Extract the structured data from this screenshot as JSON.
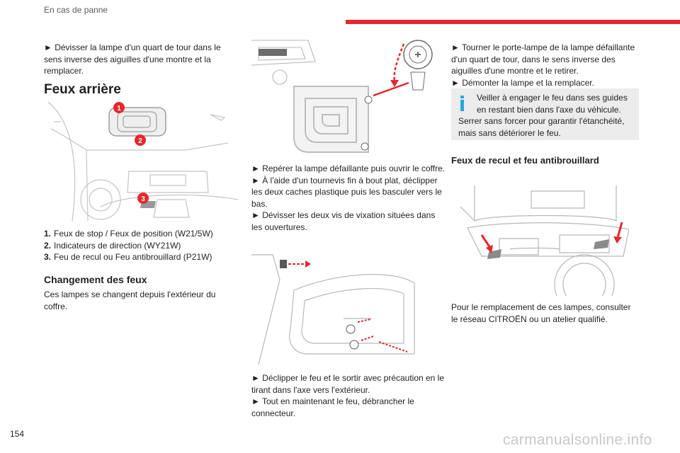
{
  "header": {
    "section": "En cas de panne",
    "page_number": "154",
    "accent_color": "#e8262d"
  },
  "col1": {
    "intro": "► Dévisser la lampe d'un quart de tour dans le sens inverse des aiguilles d'une montre et la remplacer.",
    "title": "Feux arrière",
    "callouts": [
      "1",
      "2",
      "3"
    ],
    "items": [
      {
        "num": "1.",
        "text": "Feux de stop / Feux de position (W21/5W)"
      },
      {
        "num": "2.",
        "text": "Indicateurs de direction (WY21W)"
      },
      {
        "num": "3.",
        "text": "Feu de recul ou Feu antibrouillard (P21W)"
      }
    ],
    "subtitle": "Changement des feux",
    "body": "Ces lampes se changent depuis l'extérieur du coffre."
  },
  "col2": {
    "steps_a": [
      "► Repérer la lampe défaillante puis ouvrir le coffre.",
      "► À l'aide d'un tournevis fin à bout plat, déclipper les deux caches plastique puis les basculer vers le bas.",
      "► Dévisser les deux vis de vixation situées dans les ouvertures."
    ],
    "steps_b": [
      "► Déclipper le feu et le sortir avec précaution en le tirant dans l'axe vers l'extérieur.",
      "► Tout en maintenant le feu, débrancher le connecteur."
    ]
  },
  "col3": {
    "steps": [
      "► Tourner le porte-lampe de la lampe défaillante d'un quart de tour, dans le sens inverse des aiguilles d'une montre et le retirer.",
      "► Démonter la lampe et la remplacer."
    ],
    "note_line1": "Veiller à engager le feu dans ses guides en restant bien dans l'axe du véhicule.",
    "note_line2": "Serrer sans forcer pour garantir l'étanchéité, mais sans détériorer le feu.",
    "note_icon": "info-icon",
    "subtitle": "Feux de recul et feu antibrouillard",
    "body": "Pour le remplacement de ces lampes, consulter le réseau CITROËN ou un atelier qualifié."
  },
  "watermark": "carmanualsonline.info"
}
